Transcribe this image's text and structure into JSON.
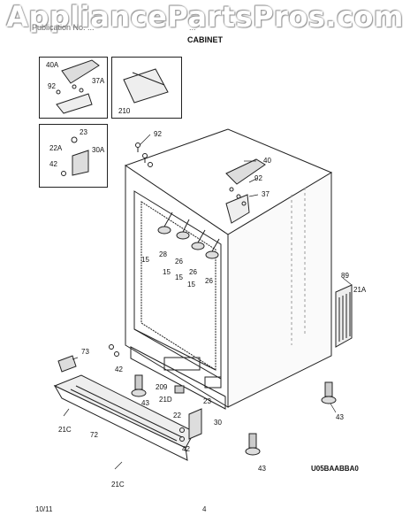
{
  "watermark": "AppliancePartsPros.com",
  "header": {
    "left_text": "Publication No. ...",
    "right_text": "...",
    "title": "CABINET"
  },
  "part_labels": {
    "p40A": "40A",
    "p92a": "92",
    "p37A": "37A",
    "p210": "210",
    "p23a": "23",
    "p22A": "22A",
    "p30A": "30A",
    "p42a": "42",
    "p92b": "92",
    "p40": "40",
    "p92c": "92",
    "p37": "37",
    "p28": "28",
    "p15a": "15",
    "p26a": "26",
    "p15b": "15",
    "p26b": "26",
    "p15c": "15",
    "p26c": "26",
    "p15d": "15",
    "p89": "89",
    "p21A": "21A",
    "p73": "73",
    "p42b": "42",
    "p43a": "43",
    "p209": "209",
    "p21D": "21D",
    "p23b": "23",
    "p22": "22",
    "p30": "30",
    "p42c": "42",
    "p43b": "43",
    "p43c": "43",
    "p21Ca": "21C",
    "p72": "72",
    "p21Cb": "21C"
  },
  "diagram_code": "U05BAABBA0",
  "footer": {
    "date": "10/11",
    "page": "4"
  },
  "colors": {
    "line": "#222222",
    "watermark_outline": "#8a8a8a"
  }
}
